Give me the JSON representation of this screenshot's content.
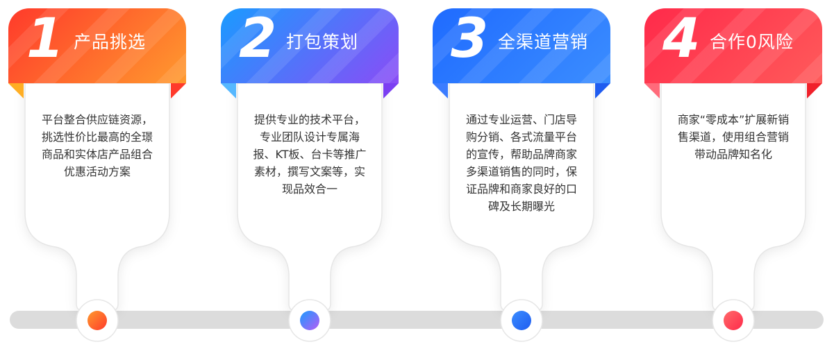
{
  "steps": [
    {
      "number": "1",
      "title": "产品挑选",
      "description": "平台整合供应链资源，挑选性价比最高的全璟商品和实体店产品组合优惠活动方案",
      "color_from": "#ff3a2b",
      "color_to": "#ff9a2e",
      "fold_left": "#ffae24",
      "fold_right": "#ff3a2b"
    },
    {
      "number": "2",
      "title": "打包策划",
      "description": "提供专业的技术平台，专业团队设计专属海报、KT板、台卡等推广素材，撰写文案等，实现品效合一",
      "color_from": "#1a9bff",
      "color_to": "#8a4cf6",
      "fold_left": "#56b8ff",
      "fold_right": "#7b3ff2"
    },
    {
      "number": "3",
      "title": "全渠道营销",
      "description": "通过专业运营、门店导购分销、各式流量平台的宣传，帮助品牌商家多渠道销售的同时，保证品牌和商家良好的口碑及长期曝光",
      "color_from": "#1f6bff",
      "color_to": "#3b8dff",
      "fold_left": "#3b7cff",
      "fold_right": "#1f5cf0"
    },
    {
      "number": "4",
      "title": "合作0风险",
      "description": "商家“零成本”扩展新销售渠道，使用组合营销带动品牌知名化",
      "color_from": "#ff2a4a",
      "color_to": "#ff5a5a",
      "fold_left": "#ff6a7a",
      "fold_right": "#f0202a"
    }
  ]
}
